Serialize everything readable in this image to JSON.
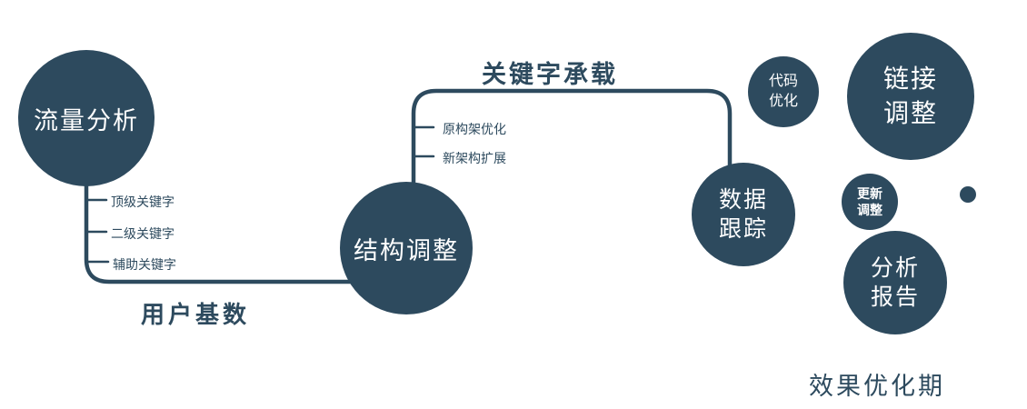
{
  "diagram": {
    "accent_color": "#2d4a5e",
    "background_color": "#ffffff",
    "nodes": {
      "traffic": {
        "label": "流量分析"
      },
      "structure": {
        "label": "结构调整"
      },
      "data_tracking": {
        "label": "数据\n跟踪"
      },
      "code_optimization": {
        "label": "代码\n优化"
      },
      "link_adjustment": {
        "label": "链接\n调整"
      },
      "update_adjustment": {
        "label": "更新\n调整"
      },
      "analysis_report": {
        "label": "分析\n报告"
      }
    },
    "branches": {
      "left": [
        "顶级关键字",
        "二级关键字",
        "辅助关键字"
      ],
      "middle": [
        "原构架优化",
        "新架构扩展"
      ]
    },
    "edge_labels": {
      "user_base": "用户基数",
      "keyword_carrying": "关键字承载"
    },
    "caption": "效果优化期"
  }
}
